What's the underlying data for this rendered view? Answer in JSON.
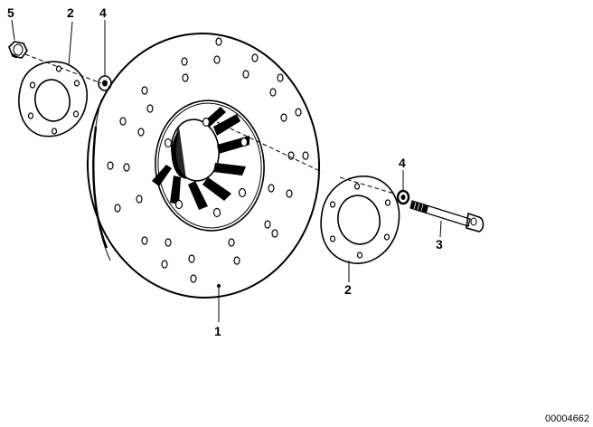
{
  "callouts": {
    "nut_top": "5",
    "flange_top": "2",
    "washer_top": "4",
    "disc": "1",
    "flange_right": "2",
    "washer_right": "4",
    "bolt": "3"
  },
  "document_number": "00004662"
}
